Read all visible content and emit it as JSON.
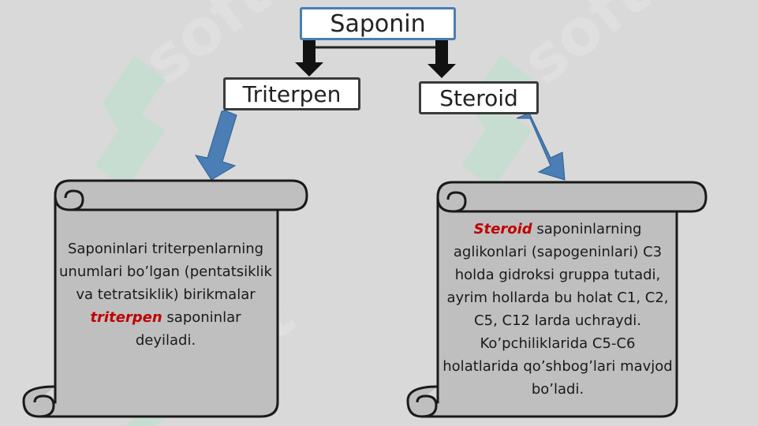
{
  "nodes": {
    "saponin": "Saponin",
    "triterpen": "Triterpen",
    "steroid": "Steroid"
  },
  "left_scroll": {
    "before": "Saponinlari triterpenlarning unumlari bo’lgan (pentatsiklik va tetratsiklik) birikmalar ",
    "highlight": "triterpen",
    "after": " saponinlar deyiladi."
  },
  "right_scroll": {
    "highlight": "Steroid",
    "after": " saponinlarning aglikonlari (sapogeninlari) C3 holda gidroksi gruppa tutadi, ayrim hollarda bu holat C1, C2, C5, C12 larda uchraydi. Ko’pchiliklarida C5-C6 holatlarida qo’shbog’lari mavjod bo’ladi."
  },
  "watermark": "soft",
  "colors": {
    "background": "#d9d9d9",
    "scroll_fill": "#bfbfbf",
    "highlight": "#c00000",
    "blue_arrow": "#4a7eb5",
    "saponin_border": "#4a7eb5"
  }
}
